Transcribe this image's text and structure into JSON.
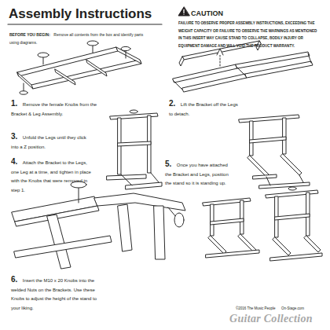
{
  "diagram": {
    "title": "Assembly Instructions",
    "labels": [
      "CAUTION",
      "FAILURE TO OBSERVE PROPER ASSEMBLY INSTRUCTIONS, EXCEEDING THE WEIGHT CAPACITY OR FAILURE TO OBSERVE THE WARNINGS AS MENTIONED IN THIS INSERT MAY CAUSE STAND TO COLLAPSE, BODILY INJURY OR EQUIPMENT DAMAGE AND WILL VOID THE PRODUCT WARRANTY.",
      "BEFORE YOU BEGIN:",
      "Remove all contents from the box and identify parts using diagrams.",
      "1.",
      "Remove the female Knobs from the Bracket & Leg Assembly.",
      "2.",
      "Lift the Bracket off the Legs to detach.",
      "3.",
      "Unfold the Legs until they click into a Z position.",
      "4.",
      "Attach the Bracket to the Legs, one Leg at a time, and tighten in place with the Knobs that were removed in step 1.",
      "5.",
      "Once you have attached the Bracket and Legs, position the stand so it is standing up.",
      "6.",
      "Insert the M10 x 20 Knobs into the welded Nuts on the Brackets. Use these Knobs to adjust the height of the stand to your liking.",
      "©2016 The Music People",
      "On-Stage.com",
      "Guitar Collection"
    ]
  }
}
